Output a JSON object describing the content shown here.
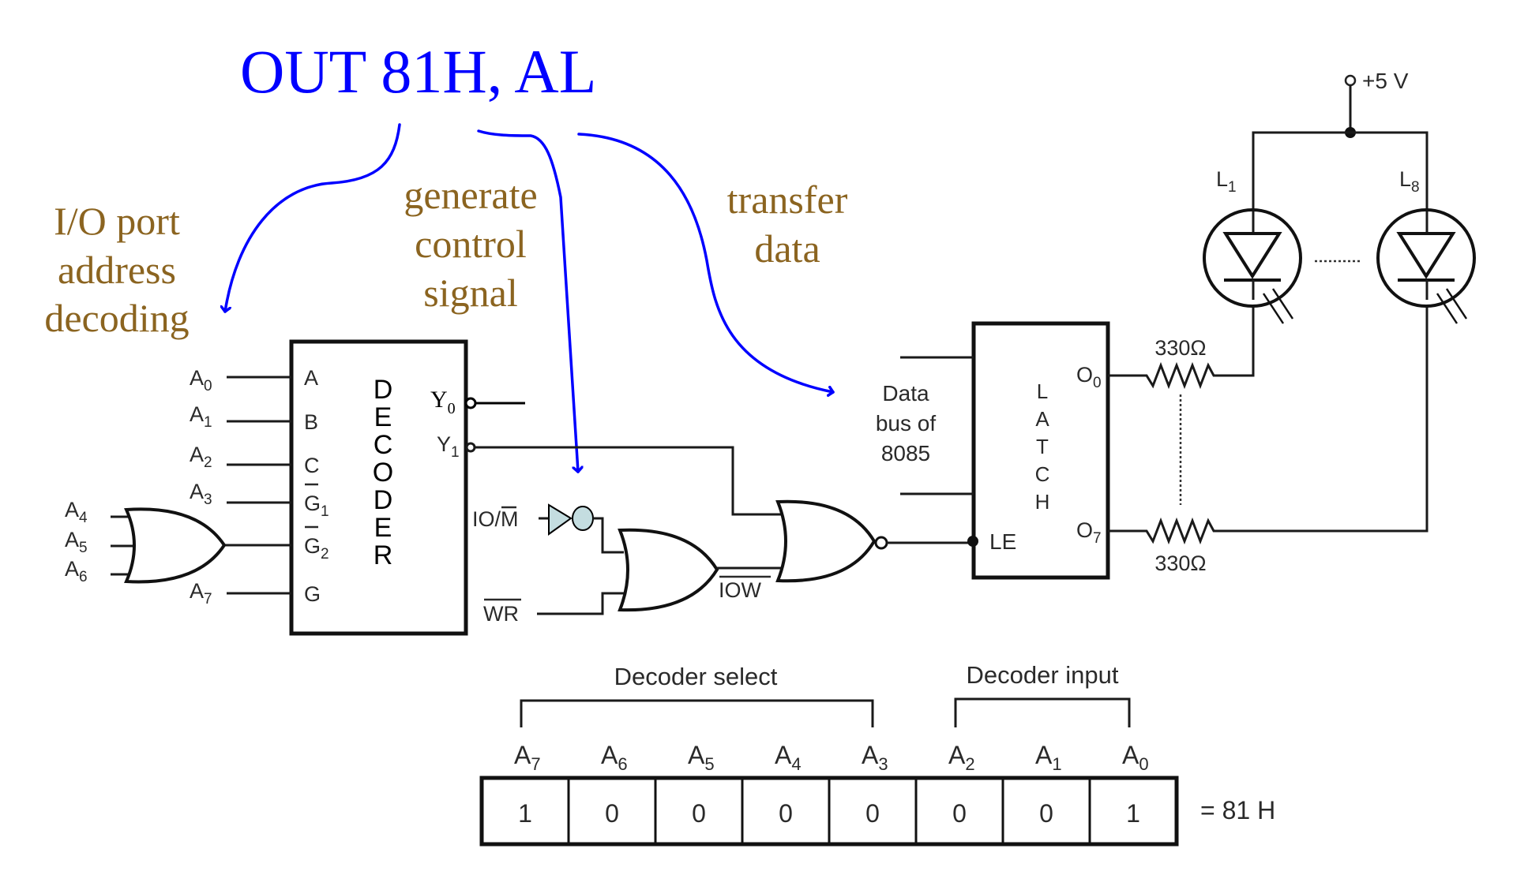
{
  "instruction": "OUT 81H, AL",
  "annotations": {
    "address_decoding": [
      "I/O port",
      "address",
      "decoding"
    ],
    "control_signal": [
      "generate",
      "control",
      "signal"
    ],
    "transfer_data": [
      "transfer",
      "data"
    ]
  },
  "colors": {
    "instruction": "#0000ff",
    "annotation": "#8b6420",
    "arrow": "#0000ff",
    "inverter_fill": "#c4dde0"
  },
  "decoder": {
    "title_letters": [
      "D",
      "E",
      "C",
      "O",
      "D",
      "E",
      "R"
    ],
    "inputs": [
      {
        "signal": "A",
        "sub": "0",
        "pin": "A",
        "pin_bar": false,
        "pin_sub": ""
      },
      {
        "signal": "A",
        "sub": "1",
        "pin": "B",
        "pin_bar": false,
        "pin_sub": ""
      },
      {
        "signal": "A",
        "sub": "2",
        "pin": "C",
        "pin_bar": false,
        "pin_sub": ""
      },
      {
        "signal": "A",
        "sub": "3",
        "pin": "G",
        "pin_bar": true,
        "pin_sub": "1"
      },
      {
        "signal": "",
        "sub": "",
        "pin": "G",
        "pin_bar": true,
        "pin_sub": "2"
      },
      {
        "signal": "A",
        "sub": "7",
        "pin": "G",
        "pin_bar": false,
        "pin_sub": ""
      }
    ],
    "or_inputs": [
      {
        "signal": "A",
        "sub": "4"
      },
      {
        "signal": "A",
        "sub": "5"
      },
      {
        "signal": "A",
        "sub": "6"
      }
    ],
    "outputs": [
      {
        "signal": "Y",
        "sub": "0"
      },
      {
        "signal": "Y",
        "sub": "1"
      }
    ]
  },
  "control": {
    "io_m": "IO/M̅",
    "io": "IO/",
    "m": "M",
    "wr": "WR",
    "iow": "IOW"
  },
  "latch": {
    "title_letters": [
      "L",
      "A",
      "T",
      "C",
      "H"
    ],
    "data_bus_label": [
      "Data",
      "bus of",
      "8085"
    ],
    "le": "LE",
    "outputs": [
      {
        "signal": "O",
        "sub": "0"
      },
      {
        "signal": "O",
        "sub": "7"
      }
    ]
  },
  "resistors": [
    {
      "label": "330Ω"
    },
    {
      "label": "330Ω"
    }
  ],
  "supply": "+5 V",
  "leds": [
    {
      "signal": "L",
      "sub": "1"
    },
    {
      "signal": "L",
      "sub": "8"
    }
  ],
  "address_table": {
    "group_labels": {
      "select": "Decoder select",
      "input": "Decoder input"
    },
    "bits": [
      {
        "name": "A",
        "sub": "7",
        "value": "1"
      },
      {
        "name": "A",
        "sub": "6",
        "value": "0"
      },
      {
        "name": "A",
        "sub": "5",
        "value": "0"
      },
      {
        "name": "A",
        "sub": "4",
        "value": "0"
      },
      {
        "name": "A",
        "sub": "3",
        "value": "0"
      },
      {
        "name": "A",
        "sub": "2",
        "value": "0"
      },
      {
        "name": "A",
        "sub": "1",
        "value": "0"
      },
      {
        "name": "A",
        "sub": "0",
        "value": "1"
      }
    ],
    "result": "= 81 H"
  }
}
